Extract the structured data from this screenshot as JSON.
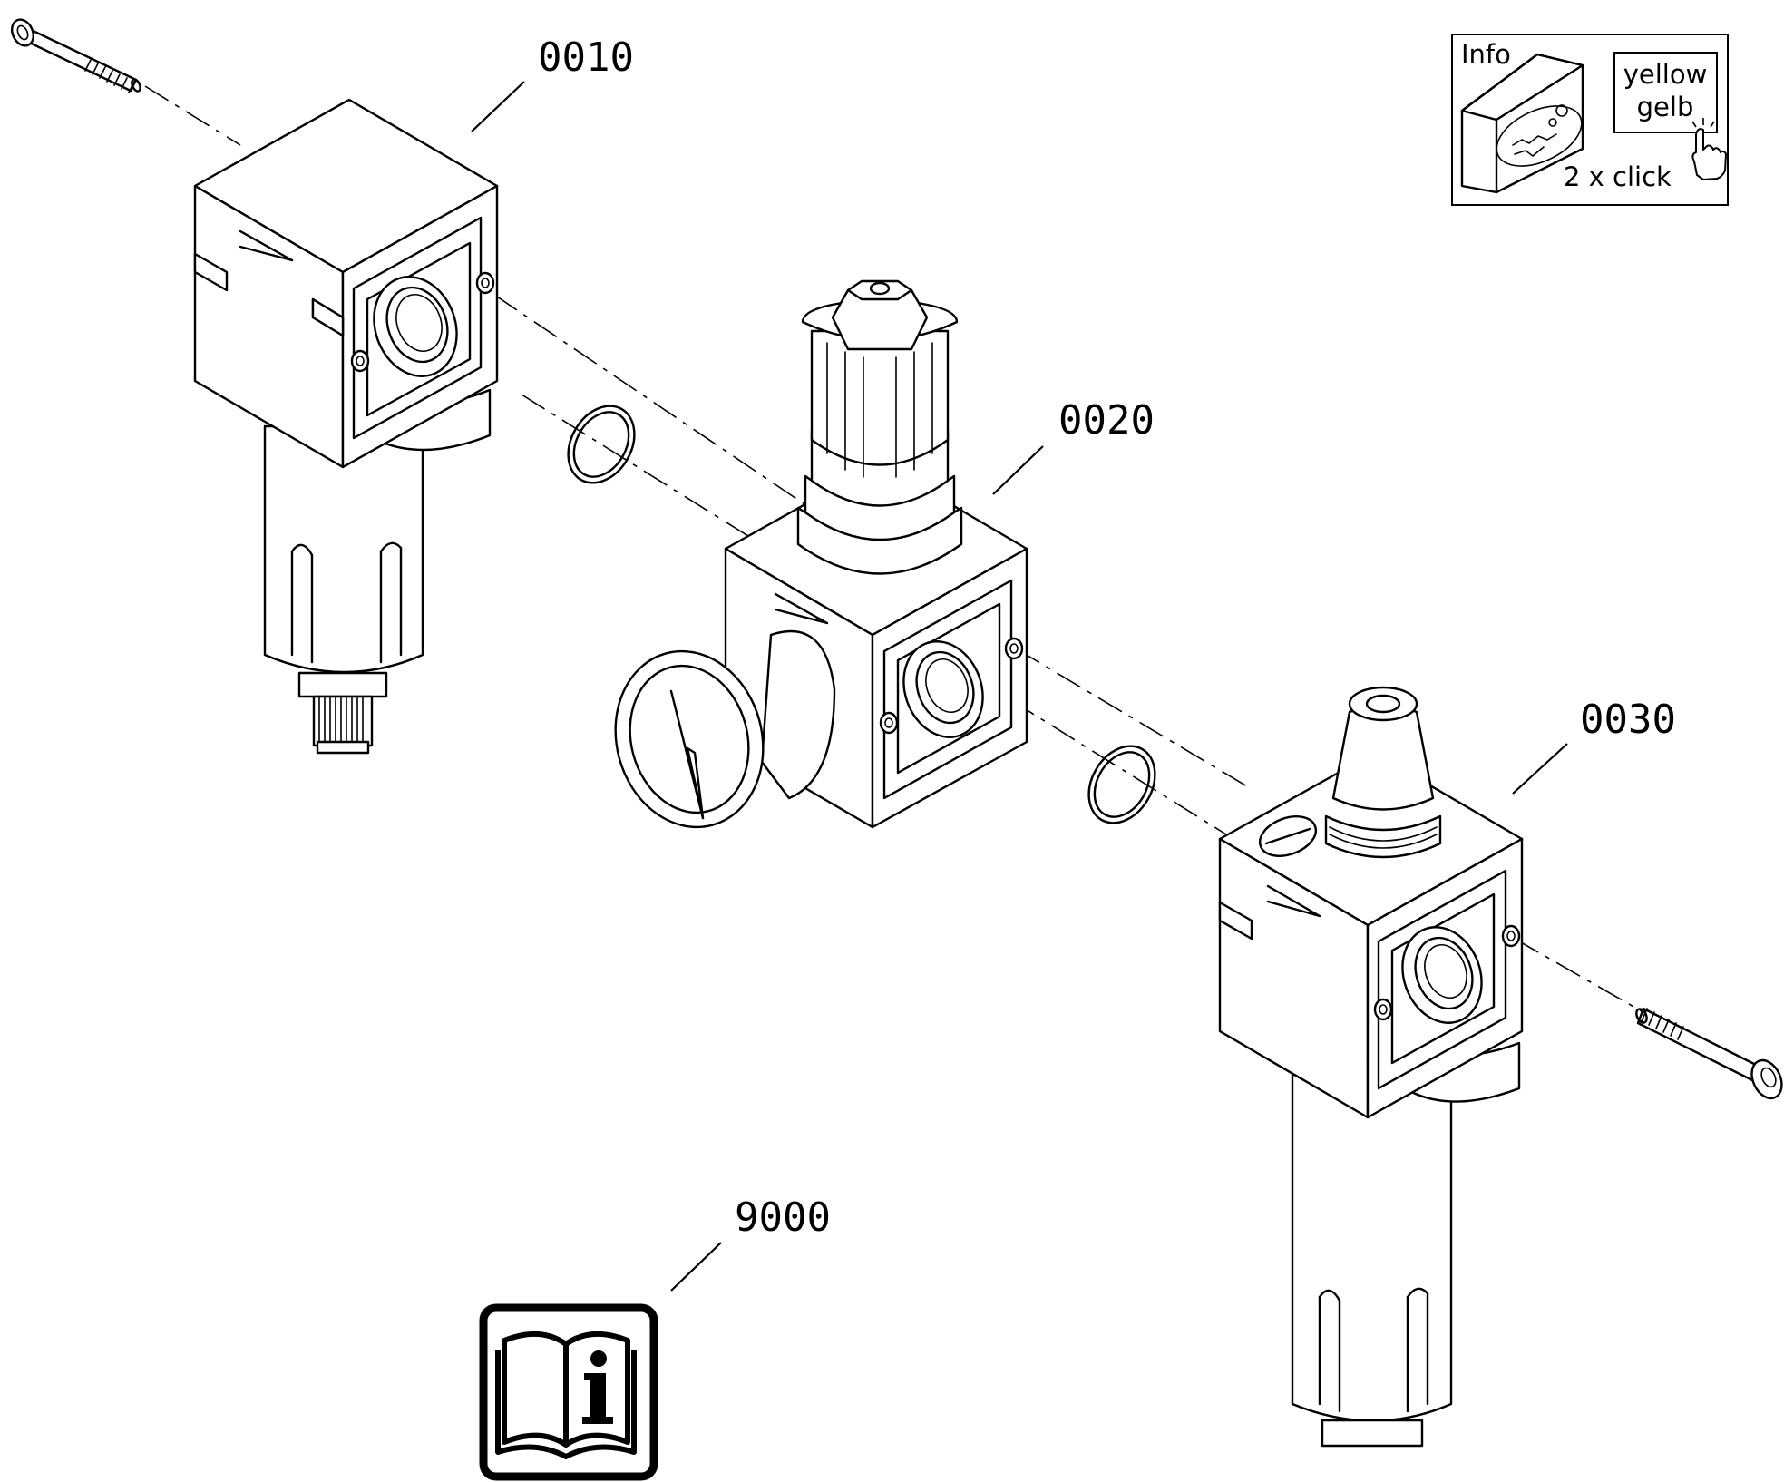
{
  "callouts": {
    "filter": "0010",
    "regulator": "0020",
    "lubricator": "0030",
    "manual": "9000"
  },
  "info_box": {
    "title": "Info",
    "color_en": "yellow",
    "color_de": "gelb",
    "hint": "2 x click"
  },
  "icons": [
    "hand-pointer-icon",
    "manual-book-info-icon"
  ],
  "colors": {
    "line": "#000000",
    "background": "#ffffff"
  }
}
